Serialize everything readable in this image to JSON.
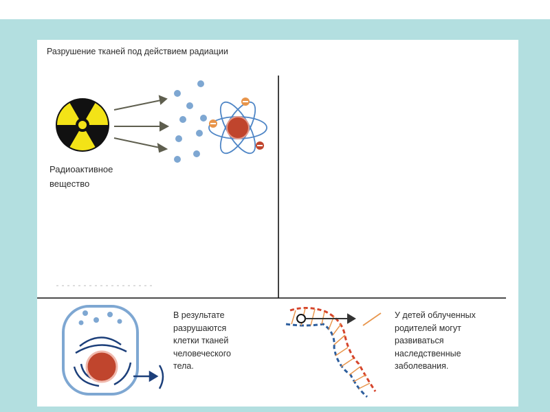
{
  "diagram": {
    "title": "Разрушение тканей под действием радиации",
    "radioactive_label": [
      "Радиоактивное",
      "вещество"
    ],
    "cells_text": [
      "В результате",
      "разрушаются",
      "клетки тканей",
      "человеческого",
      "тела."
    ],
    "children_text": [
      "У детей облученных",
      "родителей могут",
      "развиваться",
      "наследственные",
      "заболевания."
    ]
  },
  "colors": {
    "frame": "#b3dfe0",
    "radiation_yellow": "#f3e317",
    "particle_blue": "#7ea7d2",
    "nucleus": "#c0452d",
    "electron_orange": "#e8954b",
    "dna_red": "#d5442b",
    "dna_blue": "#2d5e9d"
  }
}
